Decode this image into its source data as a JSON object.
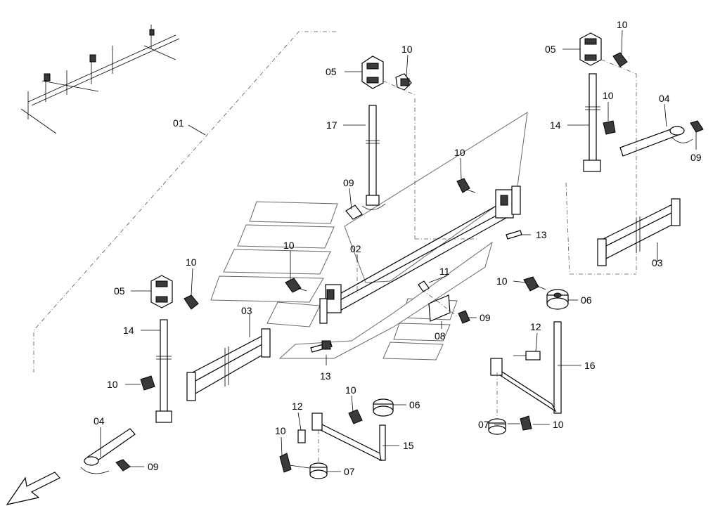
{
  "callouts": {
    "c01": "01",
    "c02": "02",
    "c03": "03",
    "c04": "04",
    "c05": "05",
    "c06": "06",
    "c07": "07",
    "c08": "08",
    "c09": "09",
    "c10": "10",
    "c11": "11",
    "c12": "12",
    "c13": "13",
    "c14": "14",
    "c15": "15",
    "c16": "16",
    "c17": "17"
  },
  "icons": {
    "direction": "direction-arrow-icon"
  }
}
